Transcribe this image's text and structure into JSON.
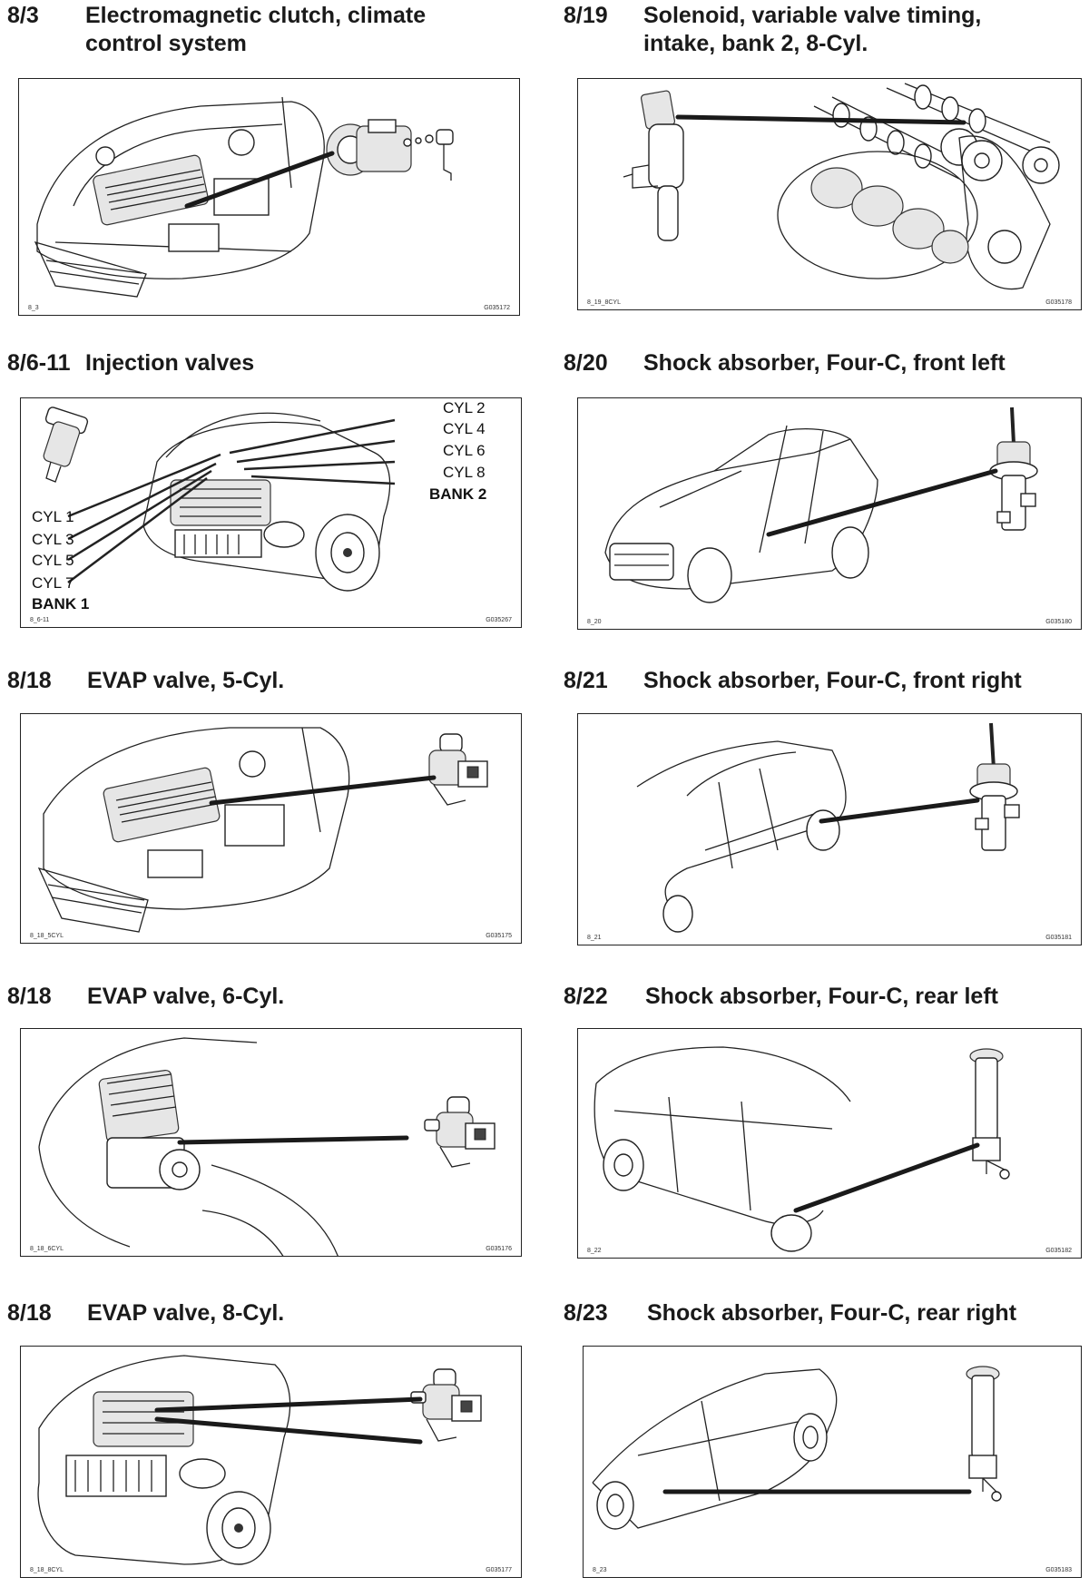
{
  "entries": [
    {
      "code": "8/3",
      "title": "Electromagnetic clutch, climate control system",
      "fig_left": "8_3",
      "fig_right": "G035172"
    },
    {
      "code": "8/19",
      "title": "Solenoid, variable valve timing, intake, bank 2, 8-Cyl.",
      "fig_left": "8_19_8CYL",
      "fig_right": "G035178"
    },
    {
      "code": "8/6-11",
      "title": "Injection valves",
      "fig_left": "8_6-11",
      "fig_right": "G035267",
      "labels_right": [
        "CYL 2",
        "CYL 4",
        "CYL 6",
        "CYL 8"
      ],
      "bank_right": "BANK 2",
      "labels_left": [
        "CYL 1",
        "CYL 3",
        "CYL 5",
        "CYL 7"
      ],
      "bank_left": "BANK 1"
    },
    {
      "code": "8/20",
      "title": "Shock absorber, Four-C, front left",
      "fig_left": "8_20",
      "fig_right": "G035180"
    },
    {
      "code": "8/18",
      "title": "EVAP valve, 5-Cyl.",
      "fig_left": "8_18_5CYL",
      "fig_right": "G035175"
    },
    {
      "code": "8/21",
      "title": "Shock absorber, Four-C, front right",
      "fig_left": "8_21",
      "fig_right": "G035181"
    },
    {
      "code": "8/18",
      "title": "EVAP valve, 6-Cyl.",
      "fig_left": "8_18_6CYL",
      "fig_right": "G035176"
    },
    {
      "code": "8/22",
      "title": "Shock absorber, Four-C, rear left",
      "fig_left": "8_22",
      "fig_right": "G035182"
    },
    {
      "code": "8/18",
      "title": "EVAP valve, 8-Cyl.",
      "fig_left": "8_18_8CYL",
      "fig_right": "G035177"
    },
    {
      "code": "8/23",
      "title": "Shock absorber, Four-C, rear right",
      "fig_left": "8_23",
      "fig_right": "G035183"
    }
  ]
}
